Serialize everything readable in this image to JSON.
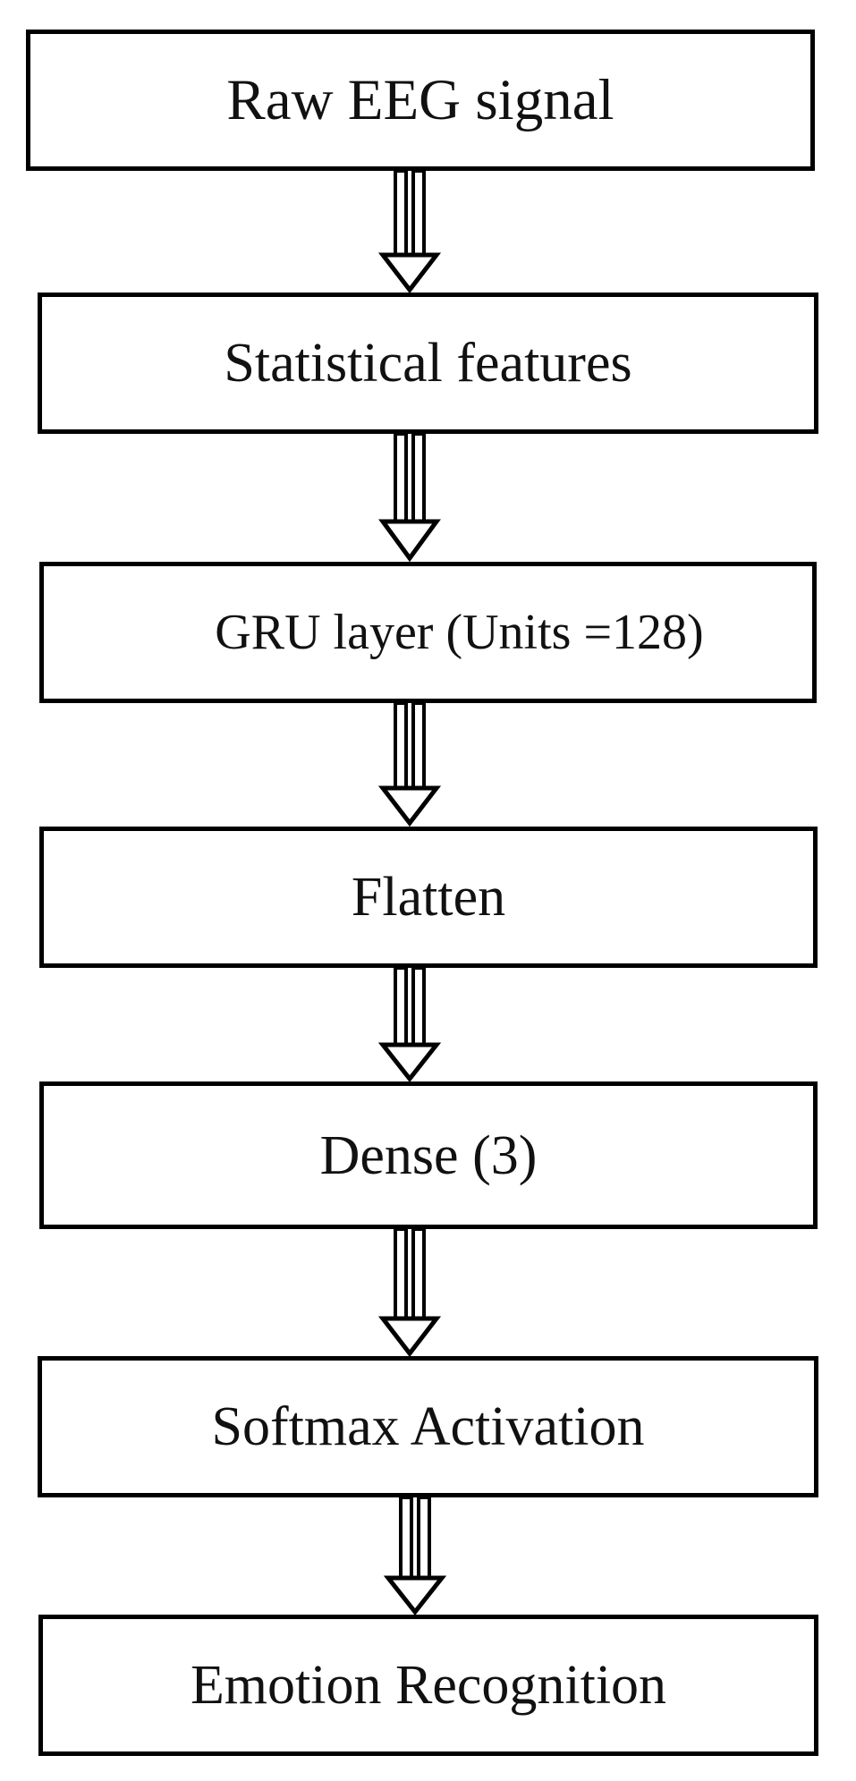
{
  "diagram": {
    "steps": [
      {
        "id": "raw-eeg-signal",
        "label": "Raw EEG signal"
      },
      {
        "id": "statistical-features",
        "label": "Statistical features"
      },
      {
        "id": "gru-layer",
        "label": "GRU layer (Units =128)"
      },
      {
        "id": "flatten",
        "label": "Flatten"
      },
      {
        "id": "dense",
        "label": "Dense (3)"
      },
      {
        "id": "softmax-activation",
        "label": "Softmax Activation"
      },
      {
        "id": "emotion-recognition",
        "label": "Emotion Recognition"
      }
    ],
    "colors": {
      "stroke": "#000000",
      "text": "#111111",
      "background": "#ffffff"
    }
  }
}
